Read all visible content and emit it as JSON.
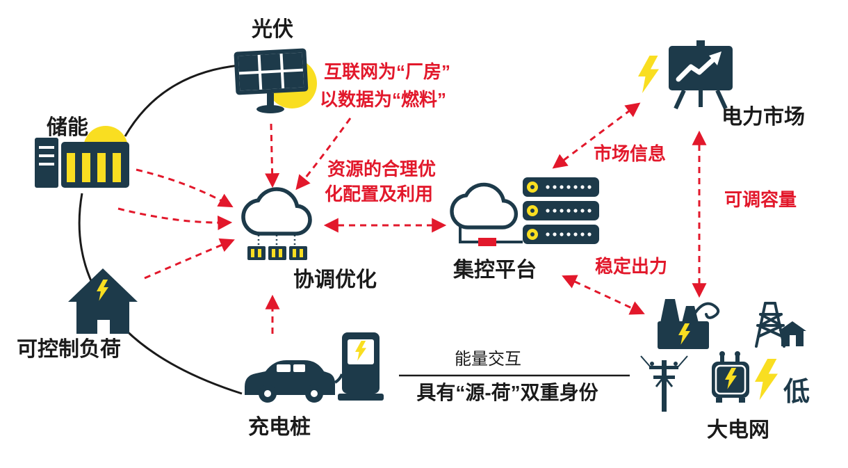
{
  "colors": {
    "navy": "#1d3a4a",
    "red": "#e2182b",
    "yellow": "#f9de21",
    "ink": "#1a1a1a"
  },
  "nodes": {
    "pv": "光伏",
    "storage": "储能",
    "load": "可控制负荷",
    "charger": "充电桩",
    "coordination": "协调优化",
    "platform": "集控平台",
    "market": "电力市场",
    "grid": "大电网",
    "low": "低"
  },
  "annotations": {
    "internet1": "互联网为“厂房”",
    "internet2": "以数据为“燃料”",
    "resource1": "资源的合理优",
    "resource2": "化配置及利用",
    "market_info": "市场信息",
    "capacity": "可调容量",
    "stable": "稳定出力",
    "energy": "能量交互",
    "dual": "具有“源-荷”双重身份"
  }
}
